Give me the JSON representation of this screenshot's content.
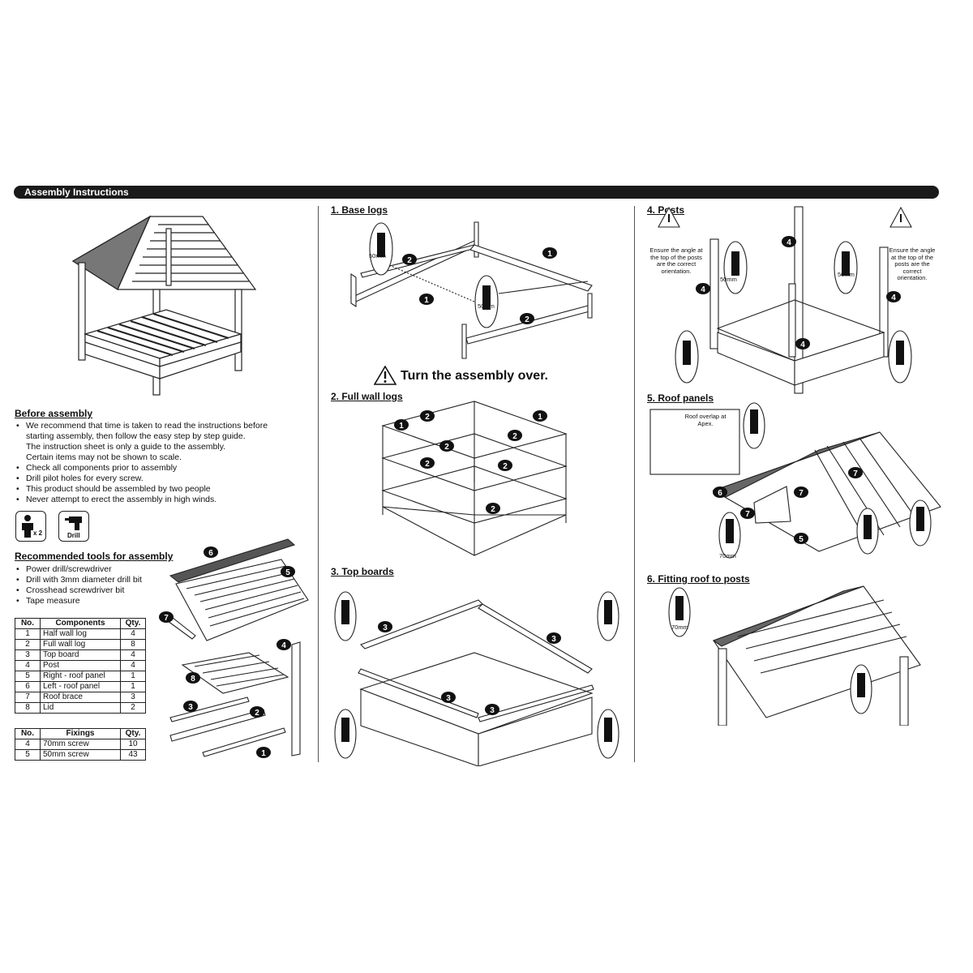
{
  "header": {
    "title": "Assembly Instructions"
  },
  "before_assembly": {
    "title": "Before assembly",
    "items": [
      [
        "We recommend that time is taken to read the instructions before",
        "starting assembly, then follow the easy step by step guide.",
        "The instruction sheet is only a guide to the assembly.",
        "Certain items may not be shown to scale."
      ],
      [
        "Check all components prior to assembly"
      ],
      [
        "Drill pilot holes for every screw."
      ],
      [
        "This product should be assembled by two people"
      ],
      [
        "Never attempt to erect the assembly in high winds."
      ]
    ]
  },
  "icons": {
    "people_label": "x 2",
    "drill_label": "Drill"
  },
  "tools": {
    "title": "Recommended tools for assembly",
    "items": [
      "Power drill/screwdriver",
      "Drill with 3mm diameter drill bit",
      "Crosshead screwdriver bit",
      "Tape measure"
    ]
  },
  "components_table": {
    "headers": [
      "No.",
      "Components",
      "Qty."
    ],
    "rows": [
      [
        "1",
        "Half wall log",
        "4"
      ],
      [
        "2",
        "Full wall log",
        "8"
      ],
      [
        "3",
        "Top board",
        "4"
      ],
      [
        "4",
        "Post",
        "4"
      ],
      [
        "5",
        "Right - roof panel",
        "1"
      ],
      [
        "6",
        "Left - roof panel",
        "1"
      ],
      [
        "7",
        "Roof brace",
        "3"
      ],
      [
        "8",
        "Lid",
        "2"
      ]
    ]
  },
  "fixings_table": {
    "headers": [
      "No.",
      "Fixings",
      "Qty."
    ],
    "rows": [
      [
        "4",
        "70mm screw",
        "10"
      ],
      [
        "5",
        "50mm screw",
        "43"
      ]
    ]
  },
  "steps": {
    "s1": "1. Base logs",
    "warn": "Turn the assembly over.",
    "s2": "2. Full wall logs",
    "s3": "3. Top boards",
    "s4": "4. Posts",
    "s5": "5. Roof panels",
    "s6": "6. Fitting roof to posts"
  },
  "notes": {
    "posts_left": "Ensure the angle at the top of the posts are the correct orientation.",
    "posts_right": "Ensure the angle at the top of the posts are the correct orientation.",
    "roof_overlap": "Roof overlap at Apex."
  },
  "screw_labels": {
    "s50": "50mm",
    "s70": "70mm"
  },
  "part_markers": [
    "1",
    "2",
    "3",
    "4",
    "5",
    "6",
    "7",
    "8"
  ]
}
